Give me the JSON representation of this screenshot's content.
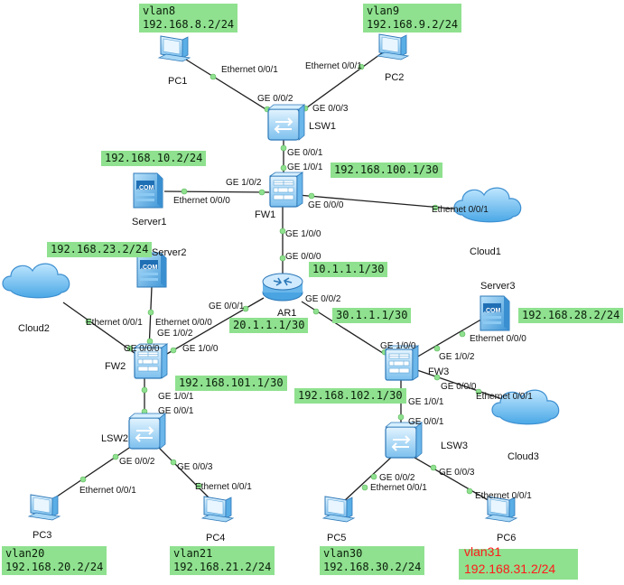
{
  "devices": {
    "PC1": "PC1",
    "PC2": "PC2",
    "PC3": "PC3",
    "PC4": "PC4",
    "PC5": "PC5",
    "PC6": "PC6",
    "LSW1": "LSW1",
    "LSW2": "LSW2",
    "LSW3": "LSW3",
    "FW1": "FW1",
    "FW2": "FW2",
    "FW3": "FW3",
    "AR1": "AR1",
    "Server1": "Server1",
    "Server2": "Server2",
    "Server3": "Server3",
    "Cloud1": "Cloud1",
    "Cloud2": "Cloud2",
    "Cloud3": "Cloud3",
    "com": ".COM"
  },
  "labels": {
    "pc1": {
      "vlan": "vlan8",
      "ip": "192.168.8.2/24"
    },
    "pc2": {
      "vlan": "vlan9",
      "ip": "192.168.9.2/24"
    },
    "server1": "192.168.10.2/24",
    "fw1_up": "192.168.100.1/30",
    "server2": "192.168.23.2/24",
    "ar1_fw1": "10.1.1.1/30",
    "ar1_fw2": "20.1.1.1/30",
    "ar1_fw3": "30.1.1.1/30",
    "server3": "192.168.28.2/24",
    "fw2_down": "192.168.101.1/30",
    "fw3_down": "192.168.102.1/30",
    "pc3": {
      "vlan": "vlan20",
      "ip": "192.168.20.2/24"
    },
    "pc4": {
      "vlan": "vlan21",
      "ip": "192.168.21.2/24"
    },
    "pc5": {
      "vlan": "vlan30",
      "ip": "192.168.30.2/24"
    },
    "pc6": {
      "vlan": "vlan31",
      "ip": "192.168.31.2/24"
    }
  },
  "ports": {
    "pc1_eth": "Ethernet 0/0/1",
    "pc2_eth": "Ethernet 0/0/1",
    "lsw1_ge2": "GE 0/0/2",
    "lsw1_ge3": "GE 0/0/3",
    "lsw1_ge1": "GE 0/0/1",
    "fw1_ge101": "GE 1/0/1",
    "fw1_ge102": "GE 1/0/2",
    "srv1_eth": "Ethernet 0/0/0",
    "fw1_ge000": "GE 0/0/0",
    "cloud1_eth": "Ethernet 0/0/1",
    "fw1_ge100": "GE 1/0/0",
    "ar1_ge000": "GE 0/0/0",
    "ar1_ge001": "GE 0/0/1",
    "ar1_ge002": "GE 0/0/2",
    "cloud2_eth": "Ethernet 0/0/1",
    "srv2_eth": "Ethernet 0/0/0",
    "fw2_ge102": "GE 1/0/2",
    "fw2_ge000": "GE 0/0/0",
    "fw2_ge100": "GE 1/0/0",
    "fw2_ge101": "GE 1/0/1",
    "lsw2_ge001": "GE 0/0/1",
    "lsw2_ge002": "GE 0/0/2",
    "lsw2_ge003": "GE 0/0/3",
    "pc3_eth": "Ethernet 0/0/1",
    "pc4_eth": "Ethernet 0/0/1",
    "fw3_ge100": "GE 1/0/0",
    "fw3_ge102": "GE 1/0/2",
    "srv3_eth": "Ethernet 0/0/0",
    "fw3_ge000": "GE 0/0/0",
    "cloud3_eth": "Ethernet 0/0/1",
    "fw3_ge101": "GE 1/0/1",
    "lsw3_ge001": "GE 0/0/1",
    "lsw3_ge002": "GE 0/0/2",
    "lsw3_ge003": "GE 0/0/3",
    "pc5_eth": "Ethernet 0/0/1",
    "pc6_eth": "Ethernet 0/0/1"
  },
  "colors": {
    "link": "#1f1f1f",
    "port_dot": "#8fe18f",
    "label_bg": "#8fe18f",
    "cloud_fill": "#7ec6f2",
    "device_fill": "#9fd3f5",
    "annotation_red": "#ff1a1a"
  },
  "icons": {
    "pc": "pc-icon",
    "switch": "switch-icon",
    "firewall": "firewall-icon",
    "router": "router-icon",
    "server": "server-icon",
    "cloud": "cloud-icon"
  }
}
